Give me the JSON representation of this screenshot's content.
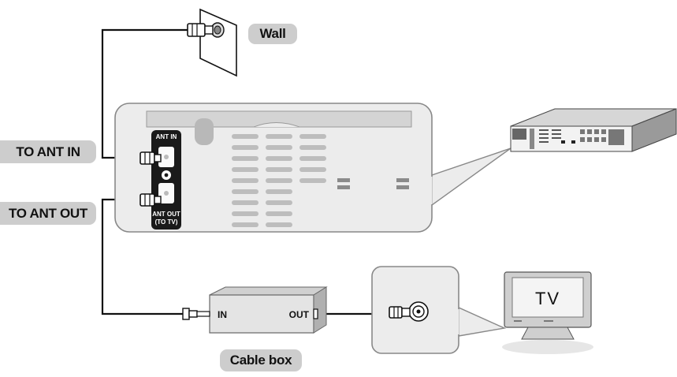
{
  "labels": {
    "wall": "Wall",
    "to_ant_in": "TO ANT IN",
    "to_ant_out": "TO ANT OUT",
    "cable_box": "Cable box",
    "panel_ant_in": "ANT IN",
    "panel_ant_out_line1": "ANT OUT",
    "panel_ant_out_line2": "(TO TV)",
    "box_in": "IN",
    "box_out": "OUT",
    "tv_screen": "TV"
  },
  "colors": {
    "pill": "#cdcdcd",
    "panel": "#ececec",
    "cable": "#111111",
    "outline": "#888888"
  }
}
